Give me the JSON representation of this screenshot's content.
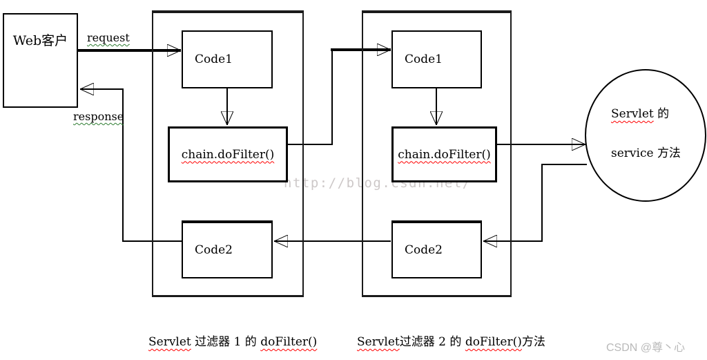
{
  "labels": {
    "web_client": "Web客户",
    "request": "request",
    "response": "response"
  },
  "filter1": {
    "code1": "Code1",
    "chain": "chain.doFilter()",
    "code2": "Code2"
  },
  "filter2": {
    "code1": "Code1",
    "chain": "chain.doFilter()",
    "code2": "Code2"
  },
  "servlet": {
    "line1_word": "Servlet",
    "line1_rest": " 的",
    "line2": "service 方法"
  },
  "captions": {
    "filter1": {
      "servlet": "Servlet",
      "rest": " 过滤器 1 的 ",
      "dofilter": "doFilter()",
      "suffix": ""
    },
    "filter2": {
      "servlet": "Servlet",
      "rest": "过滤器 2 的 ",
      "dofilter": "doFilter()",
      "suffix": "方法"
    }
  },
  "watermarks": {
    "center": "http://blog.csdn.net/",
    "corner": "CSDN @尊丶心"
  },
  "colors": {
    "line": "#000000",
    "wavy_red": "#ff0000",
    "wavy_green": "#2e7d32",
    "watermark_center": "#cdc8c8",
    "watermark_corner": "#b9b9b9"
  }
}
